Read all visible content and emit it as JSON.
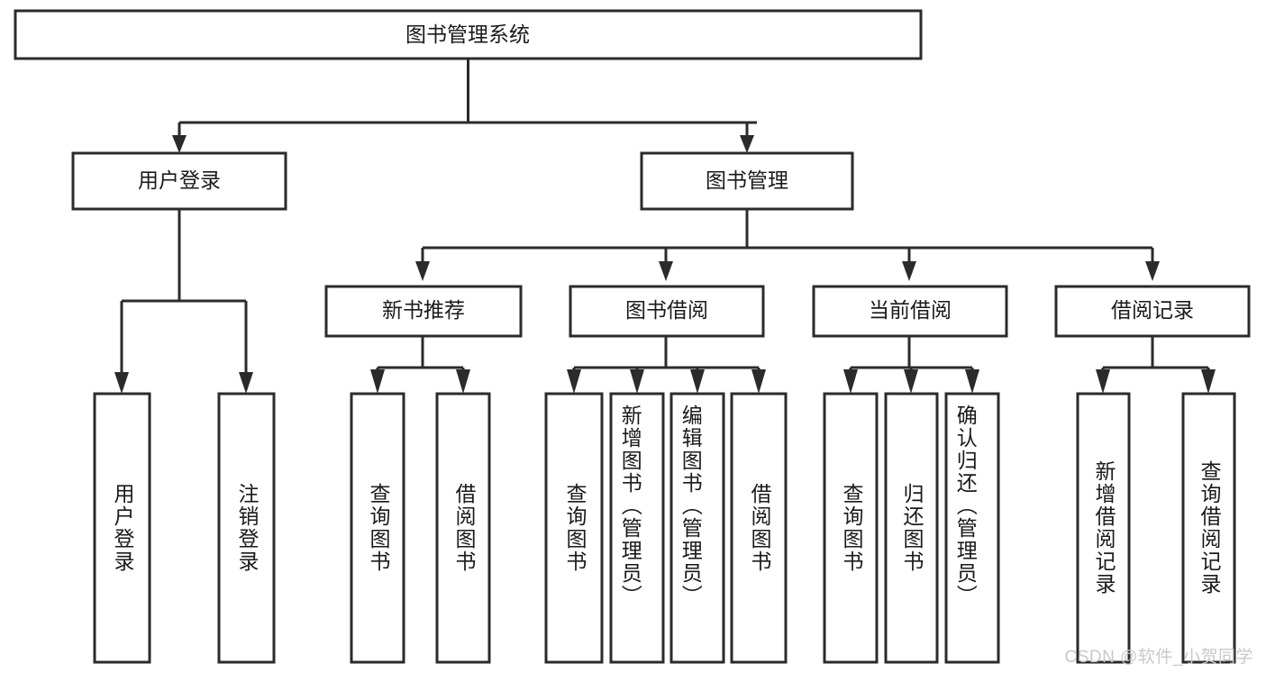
{
  "diagram": {
    "title": "图书管理系统",
    "watermark": "CSDN @软件_小贺同学",
    "type": "tree",
    "accent_color": "#2b2b2b",
    "background_color": "#ffffff",
    "root": {
      "label": "图书管理系统",
      "id": "root"
    },
    "level2": [
      {
        "id": "user-login",
        "label": "用户登录"
      },
      {
        "id": "book-manage",
        "label": "图书管理"
      }
    ],
    "level3": [
      {
        "id": "new-book-recommend",
        "label": "新书推荐",
        "parent": "book-manage"
      },
      {
        "id": "book-borrow",
        "label": "图书借阅",
        "parent": "book-manage"
      },
      {
        "id": "current-borrow",
        "label": "当前借阅",
        "parent": "book-manage"
      },
      {
        "id": "borrow-record",
        "label": "借阅记录",
        "parent": "book-manage"
      }
    ],
    "leaves": [
      {
        "id": "leaf-user-login",
        "label": "用户登录",
        "parent": "user-login"
      },
      {
        "id": "leaf-logout",
        "label": "注销登录",
        "parent": "user-login"
      },
      {
        "id": "leaf-query-book-1",
        "label": "查询图书",
        "parent": "new-book-recommend"
      },
      {
        "id": "leaf-borrow-book-1",
        "label": "借阅图书",
        "parent": "new-book-recommend"
      },
      {
        "id": "leaf-query-book-2",
        "label": "查询图书",
        "parent": "book-borrow"
      },
      {
        "id": "leaf-add-book",
        "label": "新增图书（管理员）",
        "parent": "book-borrow"
      },
      {
        "id": "leaf-edit-book",
        "label": "编辑图书（管理员）",
        "parent": "book-borrow"
      },
      {
        "id": "leaf-borrow-book-2",
        "label": "借阅图书",
        "parent": "book-borrow"
      },
      {
        "id": "leaf-query-book-3",
        "label": "查询图书",
        "parent": "current-borrow"
      },
      {
        "id": "leaf-return-book",
        "label": "归还图书",
        "parent": "current-borrow"
      },
      {
        "id": "leaf-confirm-return",
        "label": "确认归还（管理员）",
        "parent": "current-borrow"
      },
      {
        "id": "leaf-add-record",
        "label": "新增借阅记录",
        "parent": "borrow-record"
      },
      {
        "id": "leaf-query-record",
        "label": "查询借阅记录",
        "parent": "borrow-record"
      }
    ]
  }
}
